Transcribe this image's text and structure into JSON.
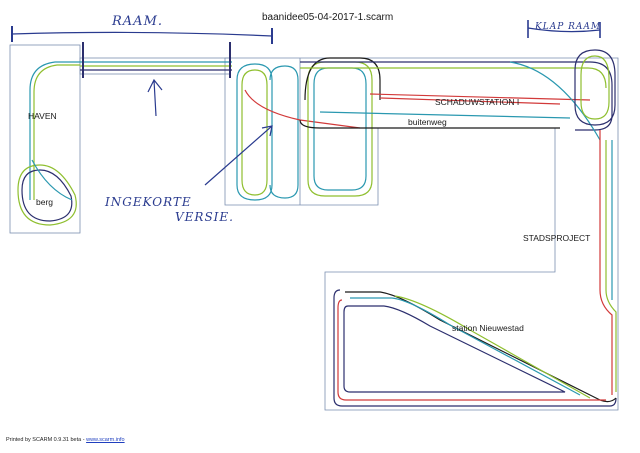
{
  "document": {
    "filename": "baanidee05-04-2017-1.scarm"
  },
  "labels": {
    "haven": "HAVEN",
    "berg": "berg",
    "schaduwstation": "SCHADUWSTATION I",
    "buitenweg": "buitenweg",
    "stadsproject": "STADSPROJECT",
    "station_nieuwestad": "station Nieuwestad"
  },
  "handwritten": {
    "raam": "RAAM.",
    "klapraam": "KLAP RAAM",
    "ingekorte_line1": "INGEKORTE",
    "ingekorte_line2": "VERSIE."
  },
  "footer": {
    "printed_by": "Printed by SCARM 0.9.31 beta - ",
    "url": "www.scarm.info"
  },
  "colors": {
    "board_outline": "#7a8fb0",
    "track_green": "#8fbf2f",
    "track_teal": "#2a98b0",
    "track_red": "#d23a3a",
    "track_navy": "#2c2f6e",
    "track_black": "#1b1b1b",
    "handwriting_blue": "#2a3b8f"
  }
}
